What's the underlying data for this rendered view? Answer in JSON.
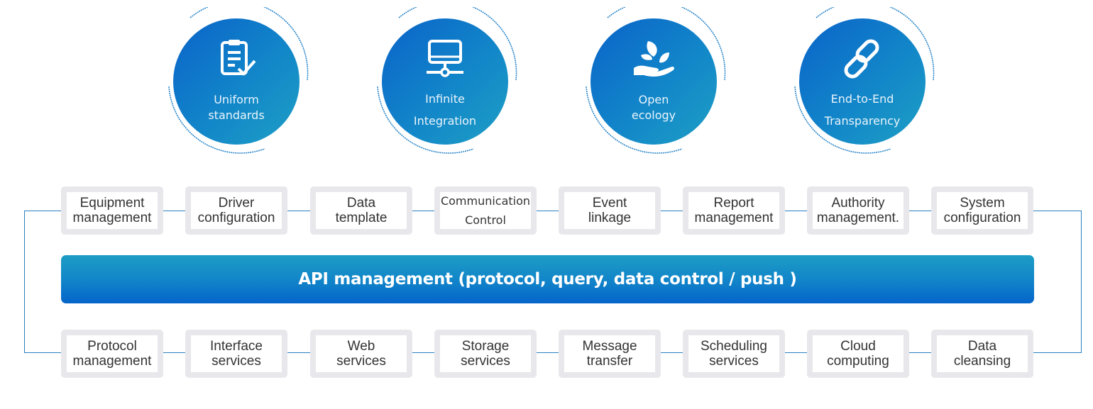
{
  "colors": {
    "disc_start": "#0a63c9",
    "disc_end": "#1e9fc4",
    "connector": "#2a7fc0",
    "module_frame": "#e8e8ec",
    "module_text": "#333333",
    "banner_top": "#1d9dc4",
    "banner_bottom": "#0565ca"
  },
  "features": [
    {
      "icon": "clipboard-check-icon",
      "lines": [
        "Uniform",
        "standards"
      ]
    },
    {
      "icon": "network-monitor-icon",
      "lines": [
        "Infinite",
        "Integration"
      ]
    },
    {
      "icon": "hand-sprout-icon",
      "lines": [
        "Open",
        "ecology"
      ]
    },
    {
      "icon": "chain-link-icon",
      "lines": [
        "End-to-End",
        "Transparency"
      ]
    }
  ],
  "top_modules": [
    {
      "lines": [
        "Equipment",
        "management"
      ]
    },
    {
      "lines": [
        "Driver",
        "configuration"
      ]
    },
    {
      "lines": [
        "Data",
        "template"
      ]
    },
    {
      "lines": [
        "Communication",
        "Control"
      ]
    },
    {
      "lines": [
        "Event",
        "linkage"
      ]
    },
    {
      "lines": [
        "Report",
        "management"
      ]
    },
    {
      "lines": [
        "Authority",
        "management."
      ]
    },
    {
      "lines": [
        "System",
        "configuration"
      ]
    }
  ],
  "api_banner": "API management (protocol, query, data control / push )",
  "bottom_modules": [
    {
      "lines": [
        "Protocol",
        "management"
      ]
    },
    {
      "lines": [
        "Interface",
        "services"
      ]
    },
    {
      "lines": [
        "Web",
        "services"
      ]
    },
    {
      "lines": [
        "Storage",
        "services"
      ]
    },
    {
      "lines": [
        "Message",
        "transfer"
      ]
    },
    {
      "lines": [
        "Scheduling",
        "services"
      ]
    },
    {
      "lines": [
        "Cloud",
        "computing"
      ]
    },
    {
      "lines": [
        "Data",
        "cleansing"
      ]
    }
  ]
}
